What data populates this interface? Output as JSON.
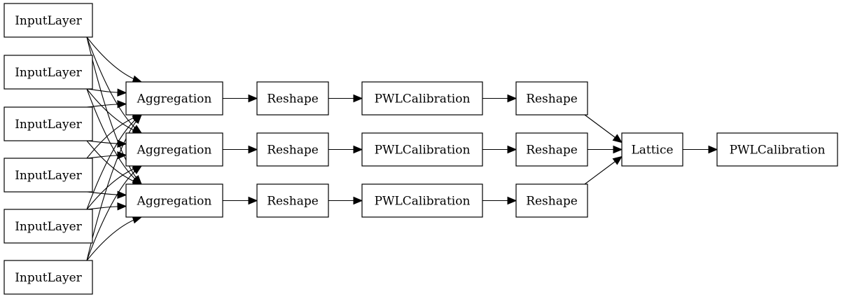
{
  "diagram": {
    "type": "layer-graph",
    "nodes": [
      {
        "id": "in1",
        "label": "InputLayer"
      },
      {
        "id": "in2",
        "label": "InputLayer"
      },
      {
        "id": "in3",
        "label": "InputLayer"
      },
      {
        "id": "in4",
        "label": "InputLayer"
      },
      {
        "id": "in5",
        "label": "InputLayer"
      },
      {
        "id": "in6",
        "label": "InputLayer"
      },
      {
        "id": "agg1",
        "label": "Aggregation"
      },
      {
        "id": "agg2",
        "label": "Aggregation"
      },
      {
        "id": "agg3",
        "label": "Aggregation"
      },
      {
        "id": "resh1",
        "label": "Reshape"
      },
      {
        "id": "resh2",
        "label": "Reshape"
      },
      {
        "id": "resh3",
        "label": "Reshape"
      },
      {
        "id": "pwl1",
        "label": "PWLCalibration"
      },
      {
        "id": "pwl2",
        "label": "PWLCalibration"
      },
      {
        "id": "pwl3",
        "label": "PWLCalibration"
      },
      {
        "id": "resh4",
        "label": "Reshape"
      },
      {
        "id": "resh5",
        "label": "Reshape"
      },
      {
        "id": "resh6",
        "label": "Reshape"
      },
      {
        "id": "lattice",
        "label": "Lattice"
      },
      {
        "id": "pwl_out",
        "label": "PWLCalibration"
      }
    ],
    "edges": [
      {
        "from": "in1",
        "to": "agg1"
      },
      {
        "from": "in1",
        "to": "agg2"
      },
      {
        "from": "in1",
        "to": "agg3"
      },
      {
        "from": "in2",
        "to": "agg1"
      },
      {
        "from": "in2",
        "to": "agg2"
      },
      {
        "from": "in2",
        "to": "agg3"
      },
      {
        "from": "in3",
        "to": "agg1"
      },
      {
        "from": "in3",
        "to": "agg2"
      },
      {
        "from": "in3",
        "to": "agg3"
      },
      {
        "from": "in4",
        "to": "agg1"
      },
      {
        "from": "in4",
        "to": "agg2"
      },
      {
        "from": "in4",
        "to": "agg3"
      },
      {
        "from": "in5",
        "to": "agg1"
      },
      {
        "from": "in5",
        "to": "agg2"
      },
      {
        "from": "in5",
        "to": "agg3"
      },
      {
        "from": "in6",
        "to": "agg1"
      },
      {
        "from": "in6",
        "to": "agg2"
      },
      {
        "from": "in6",
        "to": "agg3"
      },
      {
        "from": "agg1",
        "to": "resh1"
      },
      {
        "from": "agg2",
        "to": "resh2"
      },
      {
        "from": "agg3",
        "to": "resh3"
      },
      {
        "from": "resh1",
        "to": "pwl1"
      },
      {
        "from": "resh2",
        "to": "pwl2"
      },
      {
        "from": "resh3",
        "to": "pwl3"
      },
      {
        "from": "pwl1",
        "to": "resh4"
      },
      {
        "from": "pwl2",
        "to": "resh5"
      },
      {
        "from": "pwl3",
        "to": "resh6"
      },
      {
        "from": "resh4",
        "to": "lattice"
      },
      {
        "from": "resh5",
        "to": "lattice"
      },
      {
        "from": "resh6",
        "to": "lattice"
      },
      {
        "from": "lattice",
        "to": "pwl_out"
      }
    ]
  }
}
